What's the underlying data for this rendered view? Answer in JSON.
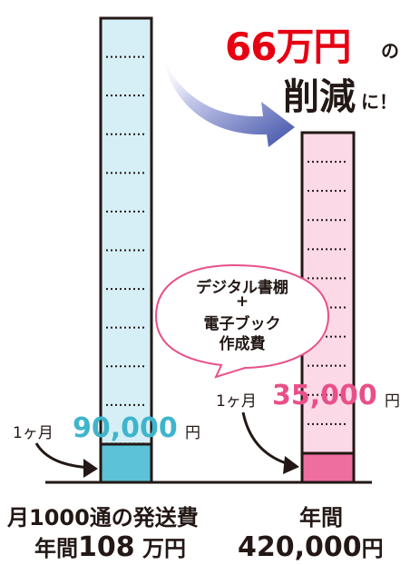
{
  "headline": {
    "amount": "66万円",
    "particle": "の",
    "word": "削減",
    "suffix": "に！"
  },
  "bubble": {
    "lines": [
      "デジタル書棚",
      "+",
      "電子ブック",
      "作成費"
    ]
  },
  "left_column": {
    "monthly_label": "1ヶ月",
    "monthly_value": "90,000",
    "monthly_unit": "円",
    "caption_line1": "月1000通の発送費",
    "caption_prefix": "年間",
    "caption_amount": "108",
    "caption_unit": " 万円"
  },
  "right_column": {
    "monthly_label": "1ヶ月",
    "monthly_value": "35,000",
    "monthly_unit": "円",
    "caption_line1": "年間",
    "caption_amount": "420,000",
    "caption_unit": "円"
  },
  "colors": {
    "red": "#e60012",
    "left_light": "#d6eff6",
    "left_dark": "#5bc2d7",
    "left_value_text": "#3fb5cc",
    "right_light": "#fcd9e6",
    "right_dark": "#ee6ea0",
    "right_value_text": "#e8508a",
    "bubble_border": "#e8508a",
    "arrow": "#4a5ab0",
    "stroke": "#231815"
  },
  "chart_data": {
    "type": "bar",
    "categories": [
      "月1000通の発送費",
      "デジタル書棚＋電子ブック作成費"
    ],
    "series": [
      {
        "name": "1ヶ月",
        "values": [
          90000,
          35000
        ]
      },
      {
        "name": "年間",
        "values": [
          1080000,
          420000
        ]
      }
    ],
    "unit": "円",
    "annotations": [
      "66万円の削減に！"
    ]
  }
}
